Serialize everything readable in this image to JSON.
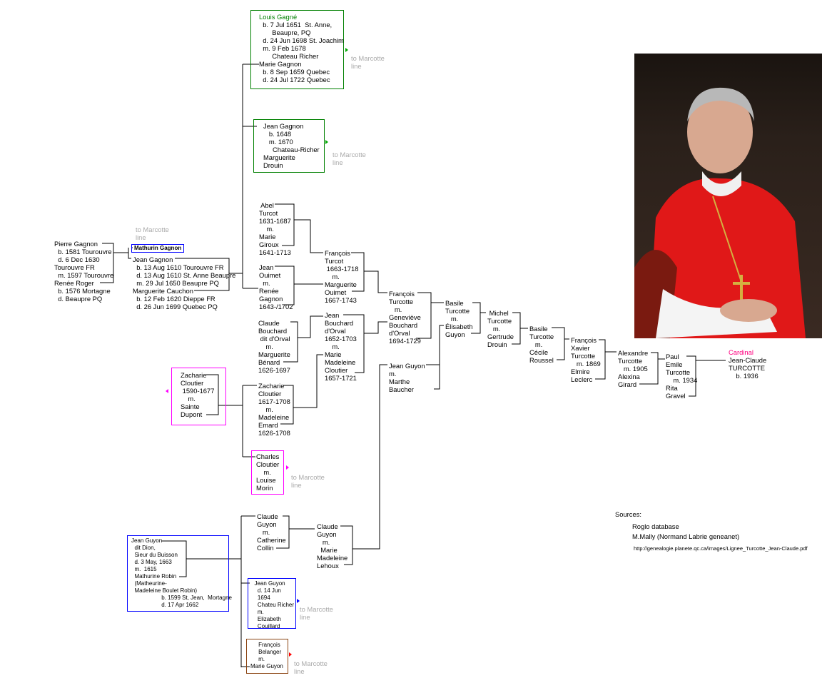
{
  "colors": {
    "green": "#008000",
    "blue": "#0000ff",
    "magenta": "#ff00ff",
    "brown": "#8b4513",
    "cardinal": "#ff0080",
    "link": "#aaaaaa"
  },
  "link_label": [
    "to Marcotte",
    "line"
  ],
  "nodes": {
    "pierre": [
      "Pierre Gagnon",
      "  b. 1581 Tourouvre",
      "  d. 6 Dec 1630",
      "Tourouvre FR",
      "  m. 1597 Tourouvre",
      "Renée Roger",
      "  b. 1576 Mortagne",
      "  d. Beaupre PQ"
    ],
    "mathurin": "Mathurin Gagnon",
    "jean_gagnon_1610": [
      "Jean Gagnon",
      "  b. 13 Aug 1610 Tourouvre FR",
      "  d. 13 Aug 1610 St. Anne Beaupre",
      "  m. 29 Jul 1650 Beaupre PQ",
      "Marguerite Cauchon",
      "  b. 12 Feb 1620 Dieppe FR",
      "  d. 26 Jun 1699 Quebec PQ"
    ],
    "louis_gagne_name": "Louis Gagné",
    "louis_gagne": [
      "  b. 7 Jul 1651  St. Anne,",
      "       Beaupre, PQ",
      "  d. 24 Jun 1698 St. Joachim",
      "  m. 9 Feb 1678",
      "       Chateau Richer",
      "Marie Gagnon",
      "  b. 8 Sep 1659 Quebec",
      "  d. 24 Jul 1722 Quebec"
    ],
    "jean_gagnon_1648": [
      "Jean Gagnon",
      "   b. 1648",
      "   m. 1670",
      "     Chateau-Richer",
      "Marguerite",
      "Drouin"
    ],
    "abel": [
      " Abel",
      "Turcot",
      "1631-1687",
      "    m.",
      "Marie",
      "Giroux",
      "1641-1713"
    ],
    "jean_ouimet": [
      "Jean",
      "Ouimet",
      "  m.",
      "Renée",
      "Gagnon",
      "1643-/1702"
    ],
    "francois_turcot": [
      "François",
      "Turcot",
      " 1663-1718",
      "    m.",
      "Marguerite",
      "Ouimet",
      "1667-1743"
    ],
    "claude_bouchard": [
      "Claude",
      "Bouchard",
      " dit d'Orval",
      "    m.",
      "Marguerite",
      "Bénard",
      "1626-1697"
    ],
    "jean_bouchard": [
      "Jean",
      "Bouchard",
      "d'Orval",
      "1652-1703",
      "    m.",
      "Marie",
      "Madeleine",
      "Cloutier",
      "1657-1721"
    ],
    "francois_turcotte": [
      "François",
      "Turcotte",
      "   m.",
      "Geneviève",
      "Bouchard",
      "d'Orval",
      "1694-1729"
    ],
    "jean_guyon_baucher": [
      "Jean Guyon",
      "m.",
      "Marthe",
      "Baucher"
    ],
    "basile1": [
      "Basile",
      "Turcotte",
      "   m.",
      "Élisabeth",
      "Guyon"
    ],
    "michel": [
      " Michel",
      "Turcotte",
      "   m.",
      "Gertrude",
      "Drouin"
    ],
    "basile2": [
      "Basile",
      "Turcotte",
      "   m.",
      "Cécile",
      "Roussel"
    ],
    "francois_xavier": [
      "François",
      "Xavier",
      "Turcotte",
      "   m. 1869",
      "Elmire",
      "Leclerc"
    ],
    "alexandre": [
      "Alexandre",
      "Turcotte",
      "   m. 1905",
      "Alexina",
      "Girard"
    ],
    "paul": [
      "Paul",
      "Emile",
      "Turcotte",
      "    m. 1934",
      "Rita",
      "Gravel"
    ],
    "cardinal_title": "Cardinal",
    "cardinal": [
      "Jean-Claude",
      "TURCOTTE",
      "    b. 1936"
    ],
    "zacharie1": [
      "Zacharie",
      "Cloutier",
      " 1590-1677",
      "    m.",
      "Sainte",
      "Dupont"
    ],
    "zacharie2": [
      "Zacharie",
      "Cloutier",
      "1617-1708",
      "    m.",
      "Madeleine",
      "Emard",
      "1626-1708"
    ],
    "charles": [
      "Charles",
      "Cloutier",
      "    m.",
      "Louise",
      "Morin"
    ],
    "claude_guyon1": [
      "Claude",
      "Guyon",
      "   m.",
      "Catherine",
      "Collin"
    ],
    "claude_guyon2": [
      "Claude",
      "Guyon",
      "   m.",
      "  Marie",
      "Madeleine",
      "Lehoux"
    ],
    "jean_guyon_dion": [
      "Jean Guyon",
      "  dit Dion,",
      "  Sieur du Buisson",
      "  d. 3 May, 1663",
      "  m.  1615",
      "  Mathurine Robin",
      "  (Matheurine-",
      "  Madeleine Boulet Robin)",
      "                   b. 1599 St, Jean,  Mortagne",
      "                   d. 17 Apr 1662"
    ],
    "jean_guyon_1694": [
      "  Jean Guyon",
      "    d. 14 Jun",
      "    1694",
      "    Chateu Richer",
      "    m.",
      "    Elizabeth",
      "    Couillard"
    ],
    "francois_belanger": [
      "     François",
      "     Belanger",
      "     m.",
      "Marie Guyon"
    ]
  },
  "sources": {
    "title": "Sources:",
    "items": [
      "Roglo database",
      "M.Mally (Normand Labrie geneanet)",
      "http://genealogie.planete.qc.ca/images/Lignee_Turcotte_Jean-Claude.pdf"
    ]
  },
  "photo": {
    "icon": "portrait-photo"
  }
}
